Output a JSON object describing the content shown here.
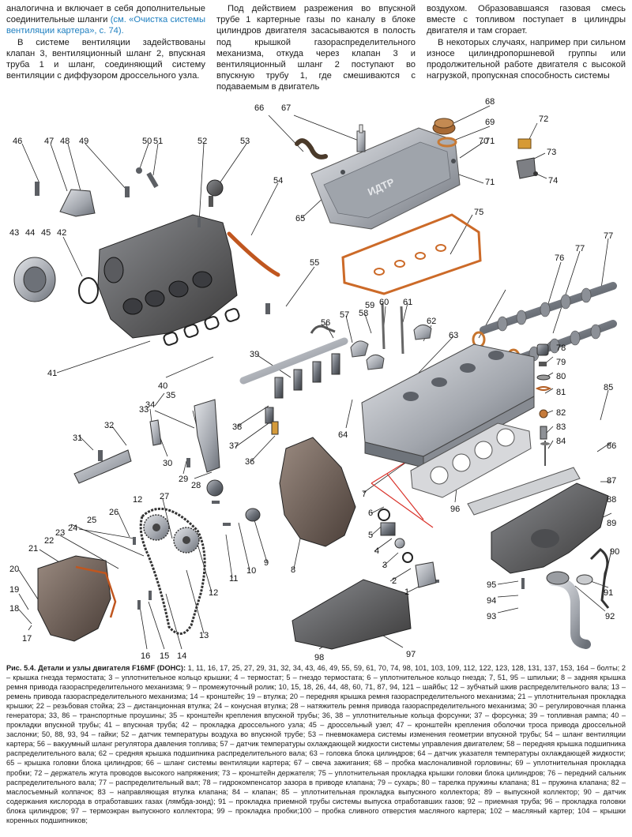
{
  "column1": {
    "p1": "аналогична и включает в себя дополнительные соединительные шланги ",
    "p1_link": "(см. «Очистка системы вентиляции картера», с. 74).",
    "p2": "В системе вентиляции задействованы клапан 3, вентиляционный шланг 2, впускная труба 1 и шланг, соединяющий систему вентиляции с диффузором дроссельного узла."
  },
  "column2": {
    "p1": "Под действием разрежения во впускной трубе 1 картерные газы по каналу в блоке цилиндров двигателя засасываются в полость под крышкой газораспределительного механизма, откуда через клапан 3 и вентиляционный шланг 2 поступают во впускную трубу 1, где смешиваются с подаваемым в двигатель"
  },
  "column3": {
    "p1": "воздухом. Образовавшаяся газовая смесь вместе с топливом поступает в цилиндры двигателя и там сгорает.",
    "p2": "В некоторых случаях, например при сильном износе цилиндропоршневой группы или продолжительной работе двигателя с высокой нагрузкой, пропускная способность системы"
  },
  "labels": [
    "1",
    "2",
    "3",
    "4",
    "5",
    "6",
    "7",
    "8",
    "9",
    "10",
    "11",
    "12",
    "12",
    "13",
    "14",
    "15",
    "16",
    "17",
    "18",
    "19",
    "20",
    "21",
    "22",
    "23",
    "24",
    "25",
    "26",
    "27",
    "28",
    "29",
    "30",
    "31",
    "32",
    "33",
    "34",
    "35",
    "36",
    "37",
    "38",
    "39",
    "40",
    "41",
    "42",
    "43",
    "44",
    "45",
    "46",
    "47",
    "48",
    "49",
    "50",
    "51",
    "52",
    "53",
    "54",
    "55",
    "56",
    "57",
    "58",
    "59",
    "60",
    "61",
    "62",
    "63",
    "64",
    "65",
    "66",
    "67",
    "68",
    "69",
    "70",
    "71",
    "71",
    "72",
    "73",
    "74",
    "75",
    "76",
    "77",
    "77",
    "78",
    "79",
    "80",
    "81",
    "82",
    "83",
    "84",
    "85",
    "86",
    "87",
    "88",
    "89",
    "90",
    "91",
    "92",
    "93",
    "94",
    "95",
    "96",
    "97",
    "98"
  ],
  "engine_logo": "ИДТР",
  "caption": {
    "title": "Рис. 5.4. Детали и узлы двигателя F16MF (DOHC):",
    "text": " 1, 11, 16, 17, 25, 27, 29, 31, 32, 34, 43, 46, 49, 55, 59, 61, 70, 74, 98, 101, 103, 109, 112, 122, 123, 128, 131, 137, 153, 164 – болты; 2 – крышка гнезда термостата; 3 – уплотнительное кольцо крышки; 4 – термостат; 5 – гнездо термостата; 6 – уплотнительное кольцо гнезда; 7, 51, 95 – шпильки; 8 – задняя крышка ремня привода газораспределительного механизма; 9 – промежуточный ролик; 10, 15, 18, 26, 44, 48, 60, 71, 87, 94, 121 – шайбы; 12 – зубчатый шкив распределительного вала; 13 – ремень привода газораспределительного механизма; 14 – кронштейн; 19 – втулка; 20 – передняя крышка ремня газораспределительного механизма; 21 – уплотнительная прокладка крышки; 22 – резьбовая стойка; 23 – дистанционная втулка; 24 – конусная втулка; 28 – натяжитель ремня привода газораспределительного механизма; 30 – регулировочная планка генератора; 33, 86 – транспортные проушины; 35 – кронштейн крепления впускной трубы; 36, 38 – уплотнительные кольца форсунки; 37 – форсунка; 39 – топливная рампа; 40 – прокладки впускной трубы; 41 – впускная труба; 42 – прокладка дроссельного узла; 45 – дроссельный узел; 47 – кронштейн крепления оболочки троса привода дроссельной заслонки; 50, 88, 93, 94 – гайки; 52 – датчик температуры воздуха во впускной трубе; 53 – пневмокамера системы изменения геометрии впускной трубы; 54 – шланг вентиляции картера; 56 – вакуумный шланг регулятора давления топлива; 57 – датчик температуры охлаждающей жидкости системы управления двигателем; 58 – передняя крышка подшипника распределительного вала; 62 – средняя крышка подшипника распределительного вала; 63 – головка блока цилиндров; 64 – датчик указателя температуры охлаждающей жидкости; 65 – крышка головки блока цилиндров; 66 – шланг системы вентиляции картера; 67 – свеча зажигания; 68 – пробка маслоналивной горловины; 69 – уплотнительная прокладка пробки; 72 – держатель жгута проводов высокого напряжения; 73 – кронштейн держателя; 75 – уплотнительная прокладка крышки головки блока цилиндров; 76 – передний сальник распределительного вала; 77 – распределительный вал; 78 – гидрокомпенсатор зазора в приводе клапана; 79 – сухарь; 80 – тарелка пружины клапана; 81 – пружина клапана; 82 – маслосъемный колпачок; 83 – направляющая втулка клапана; 84 – клапан; 85 – уплотнительная прокладка выпускного коллектора; 89 – выпускной коллектор; 90 – датчик содержания кислорода в отработавших газах (лямбда-зонд); 91 – прокладка приемной трубы системы выпуска отработавших газов; 92 – приемная труба; 96 – прокладка головки блока цилиндров; 97 – термоэкран выпускного коллектора; 99 – прокладка пробки;100 – пробка сливного отверстия масляного картера; 102 – масляный картер; 104 – крышки коренных подшипников;"
  }
}
